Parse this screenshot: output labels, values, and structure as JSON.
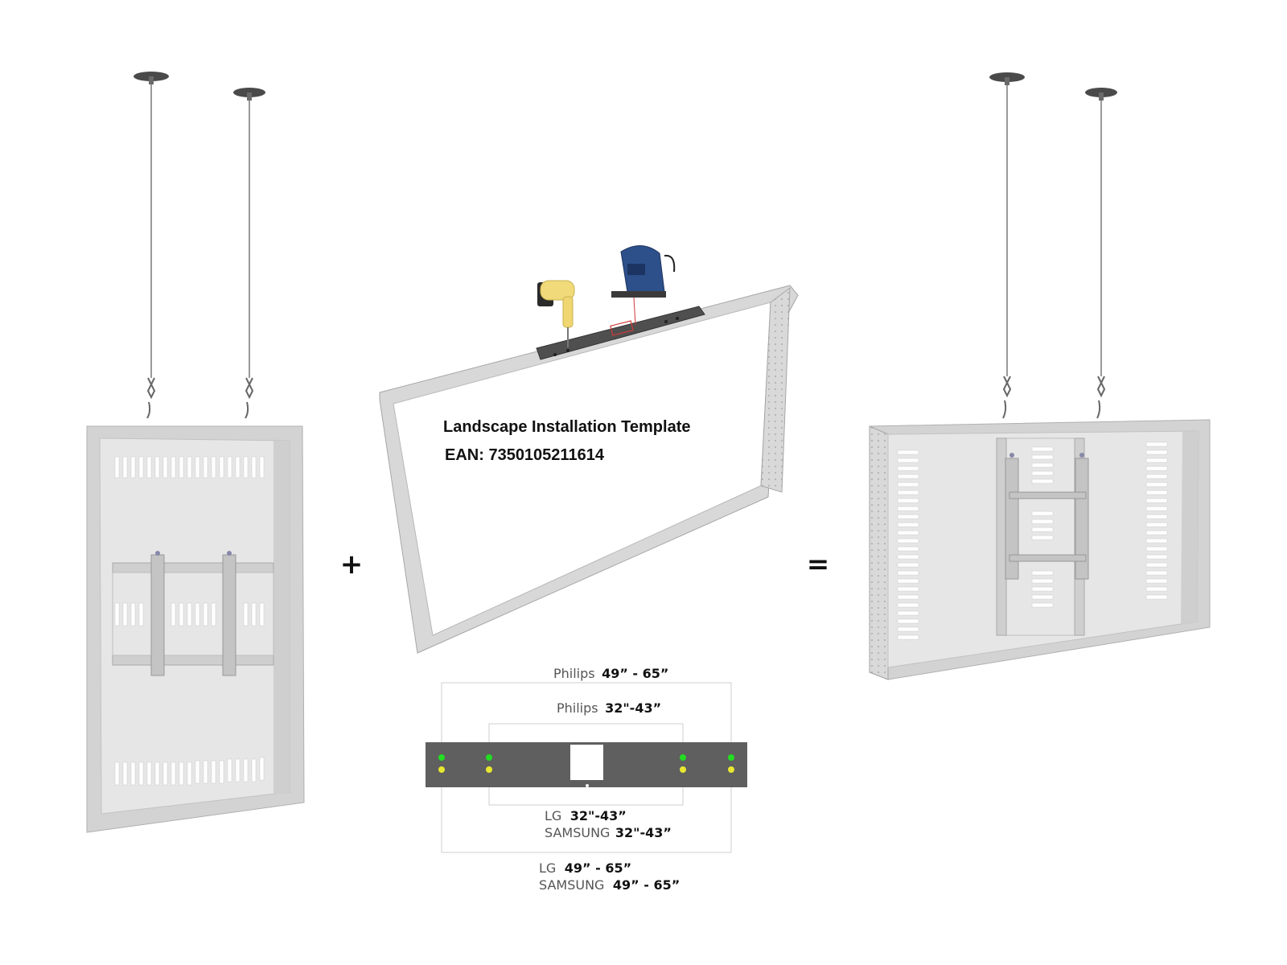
{
  "template": {
    "title": "Landscape Installation Template",
    "ean": "EAN: 7350105211614"
  },
  "operators": {
    "plus": "+",
    "equals": "="
  },
  "bracket": {
    "labels": {
      "top_outer": {
        "brand": "Philips",
        "size": "49” - 65”"
      },
      "top_inner": {
        "brand": "Philips",
        "size": "32\"-43”"
      },
      "bottom_inner_lg": {
        "brand": "LG",
        "size": "32\"-43”"
      },
      "bottom_inner_samsung": {
        "brand": "SAMSUNG",
        "size": "32\"-43”"
      },
      "bottom_outer_lg": {
        "brand": "LG",
        "size": "49” - 65”"
      },
      "bottom_outer_samsung": {
        "brand": "SAMSUNG",
        "size": "49” - 65”"
      }
    },
    "hole_colors": {
      "upper": "#22dd22",
      "lower": "#e8e830"
    },
    "plate_color": "#5f5f5f"
  },
  "icons": {
    "drill": "cordless-drill-icon",
    "jigsaw": "jigsaw-icon"
  }
}
